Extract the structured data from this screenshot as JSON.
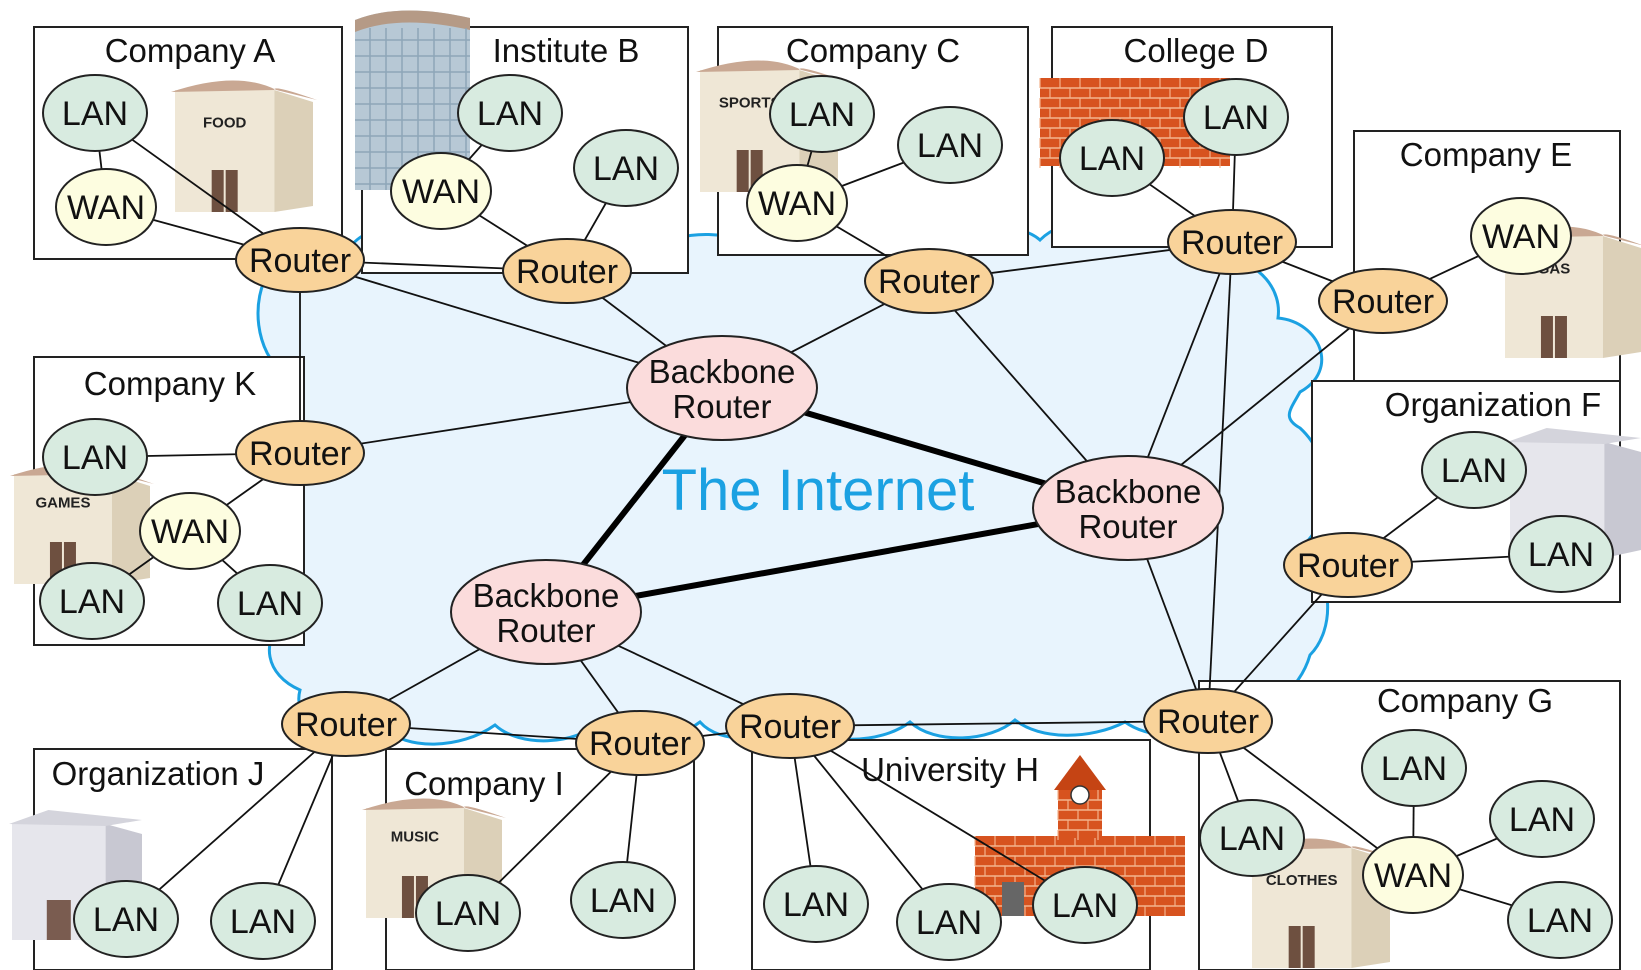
{
  "internet": {
    "label": "The Internet",
    "color": "#1ba1e2",
    "cloud_fill": "#e8f4fd"
  },
  "colors": {
    "router": "#f9d39a",
    "backbone": "#fbdcdc",
    "lan": "#d8ebe0",
    "wan": "#fdfde0",
    "outline": "#222222"
  },
  "node_labels": {
    "router": "Router",
    "backbone_line1": "Backbone",
    "backbone_line2": "Router",
    "lan": "LAN",
    "wan": "WAN"
  },
  "sites": [
    {
      "id": "A",
      "name": "Company A",
      "building": "FOOD"
    },
    {
      "id": "B",
      "name": "Institute B",
      "building": ""
    },
    {
      "id": "C",
      "name": "Company C",
      "building": "SPORTS"
    },
    {
      "id": "D",
      "name": "College D",
      "building": ""
    },
    {
      "id": "E",
      "name": "Company E",
      "building": "GAS"
    },
    {
      "id": "F",
      "name": "Organization F",
      "building": ""
    },
    {
      "id": "G",
      "name": "Company G",
      "building": "CLOTHES"
    },
    {
      "id": "H",
      "name": "University H",
      "building": ""
    },
    {
      "id": "I",
      "name": "Company I",
      "building": "MUSIC"
    },
    {
      "id": "J",
      "name": "Organization J",
      "building": ""
    },
    {
      "id": "K",
      "name": "Company K",
      "building": "GAMES"
    }
  ]
}
